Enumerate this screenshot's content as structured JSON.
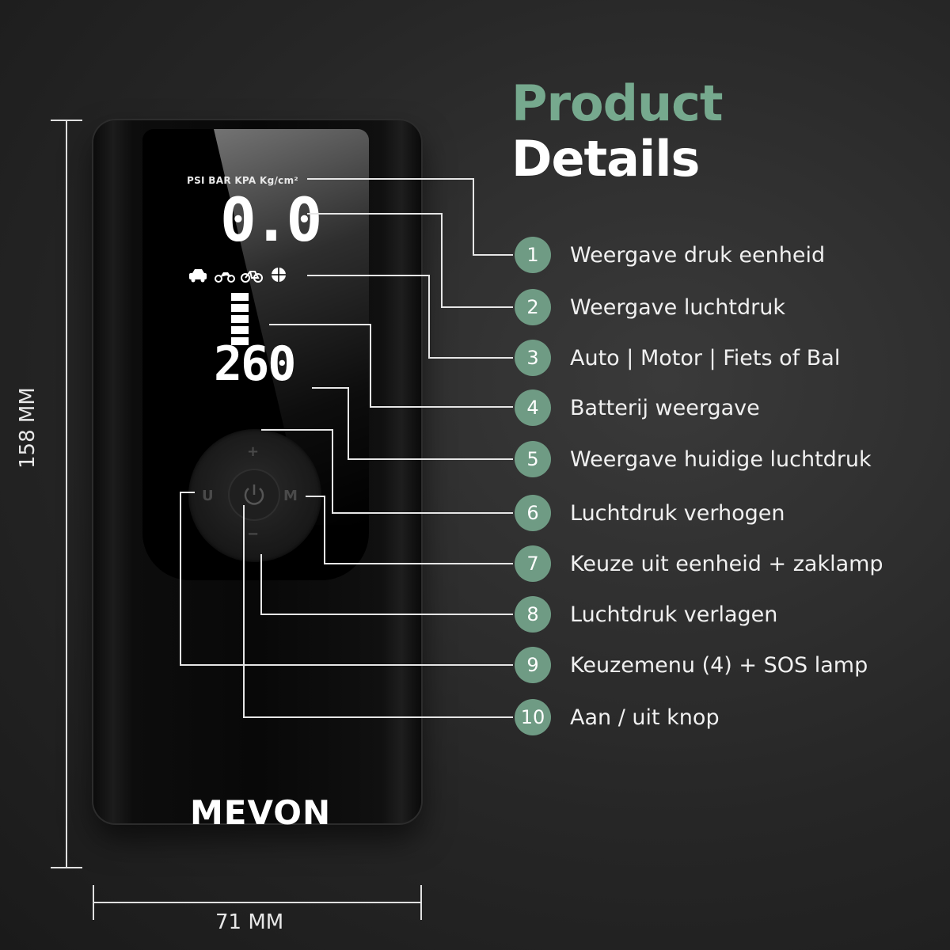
{
  "title": {
    "line1": "Product",
    "line2": "Details"
  },
  "colors": {
    "accent_green": "#76a98e",
    "badge_green": "#6f9b84",
    "background": "#262626"
  },
  "device": {
    "brand": "MEVON",
    "units_text": "PSI BAR KPA Kg/cm²",
    "pressure_display": "0.0",
    "current_display": "260",
    "mode_icons": [
      "car-icon",
      "motorcycle-icon",
      "bicycle-icon",
      "ball-icon"
    ],
    "battery_bars": 5,
    "keys": {
      "plus": "+",
      "minus": "−",
      "left": "U",
      "right": "M"
    }
  },
  "dimensions": {
    "height": "158 MM",
    "width": "71 MM"
  },
  "callouts": [
    {
      "number": "1",
      "label": "Weergave druk eenheid"
    },
    {
      "number": "2",
      "label": "Weergave luchtdruk"
    },
    {
      "number": "3",
      "label": "Auto | Motor | Fiets of Bal"
    },
    {
      "number": "4",
      "label": "Batterij weergave"
    },
    {
      "number": "5",
      "label": "Weergave huidige luchtdruk"
    },
    {
      "number": "6",
      "label": "Luchtdruk verhogen"
    },
    {
      "number": "7",
      "label": "Keuze uit eenheid + zaklamp"
    },
    {
      "number": "8",
      "label": "Luchtdruk verlagen"
    },
    {
      "number": "9",
      "label": "Keuzemenu (4) + SOS lamp"
    },
    {
      "number": "10",
      "label": "Aan / uit knop"
    }
  ]
}
